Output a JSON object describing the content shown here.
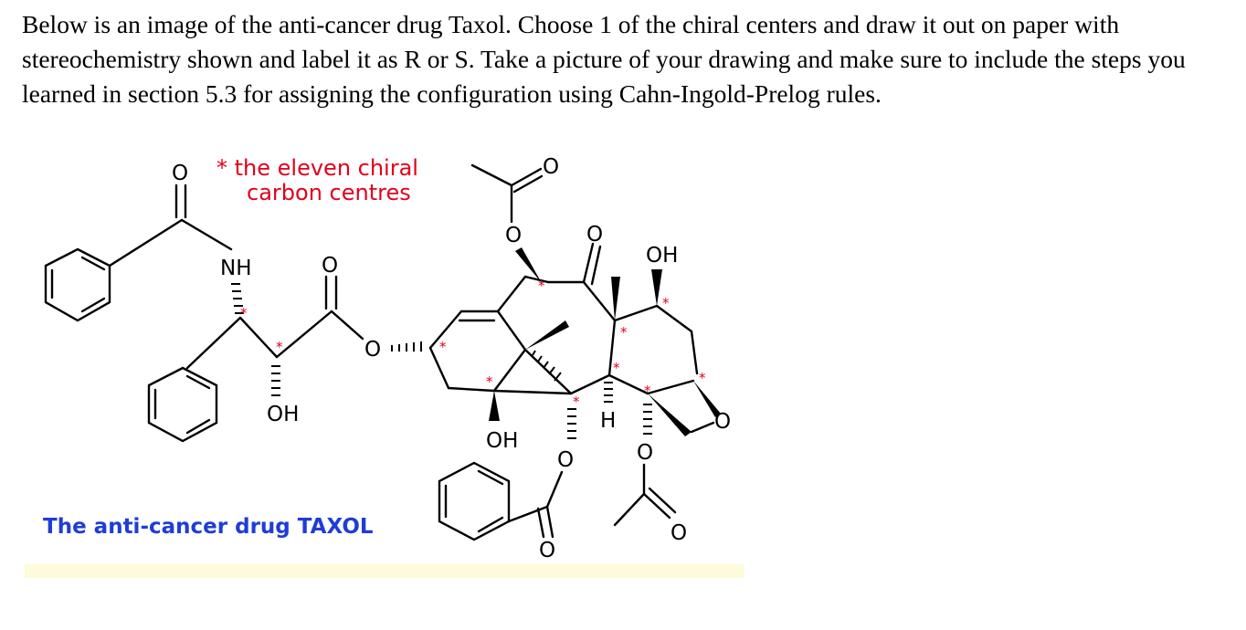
{
  "question": {
    "text": "Below is an image of the anti-cancer drug Taxol. Choose 1 of the chiral centers and draw it out on paper with stereochemistry shown and label it as R or S. Take a picture of your drawing and make sure to include the steps you learned in section 5.3 for assigning the configuration using Cahn-Ingold-Prelog rules."
  },
  "figure": {
    "note_line1": "* the eleven chiral",
    "note_line2": "carbon centres",
    "caption": "The anti-cancer drug TAXOL",
    "chiral_marker": "*",
    "atoms": {
      "O": "O",
      "NH": "NH",
      "OH": "OH",
      "H": "H"
    },
    "colors": {
      "note": "#e2001a",
      "caption": "#1f3dd6",
      "frame": "#fdfbd9"
    }
  }
}
